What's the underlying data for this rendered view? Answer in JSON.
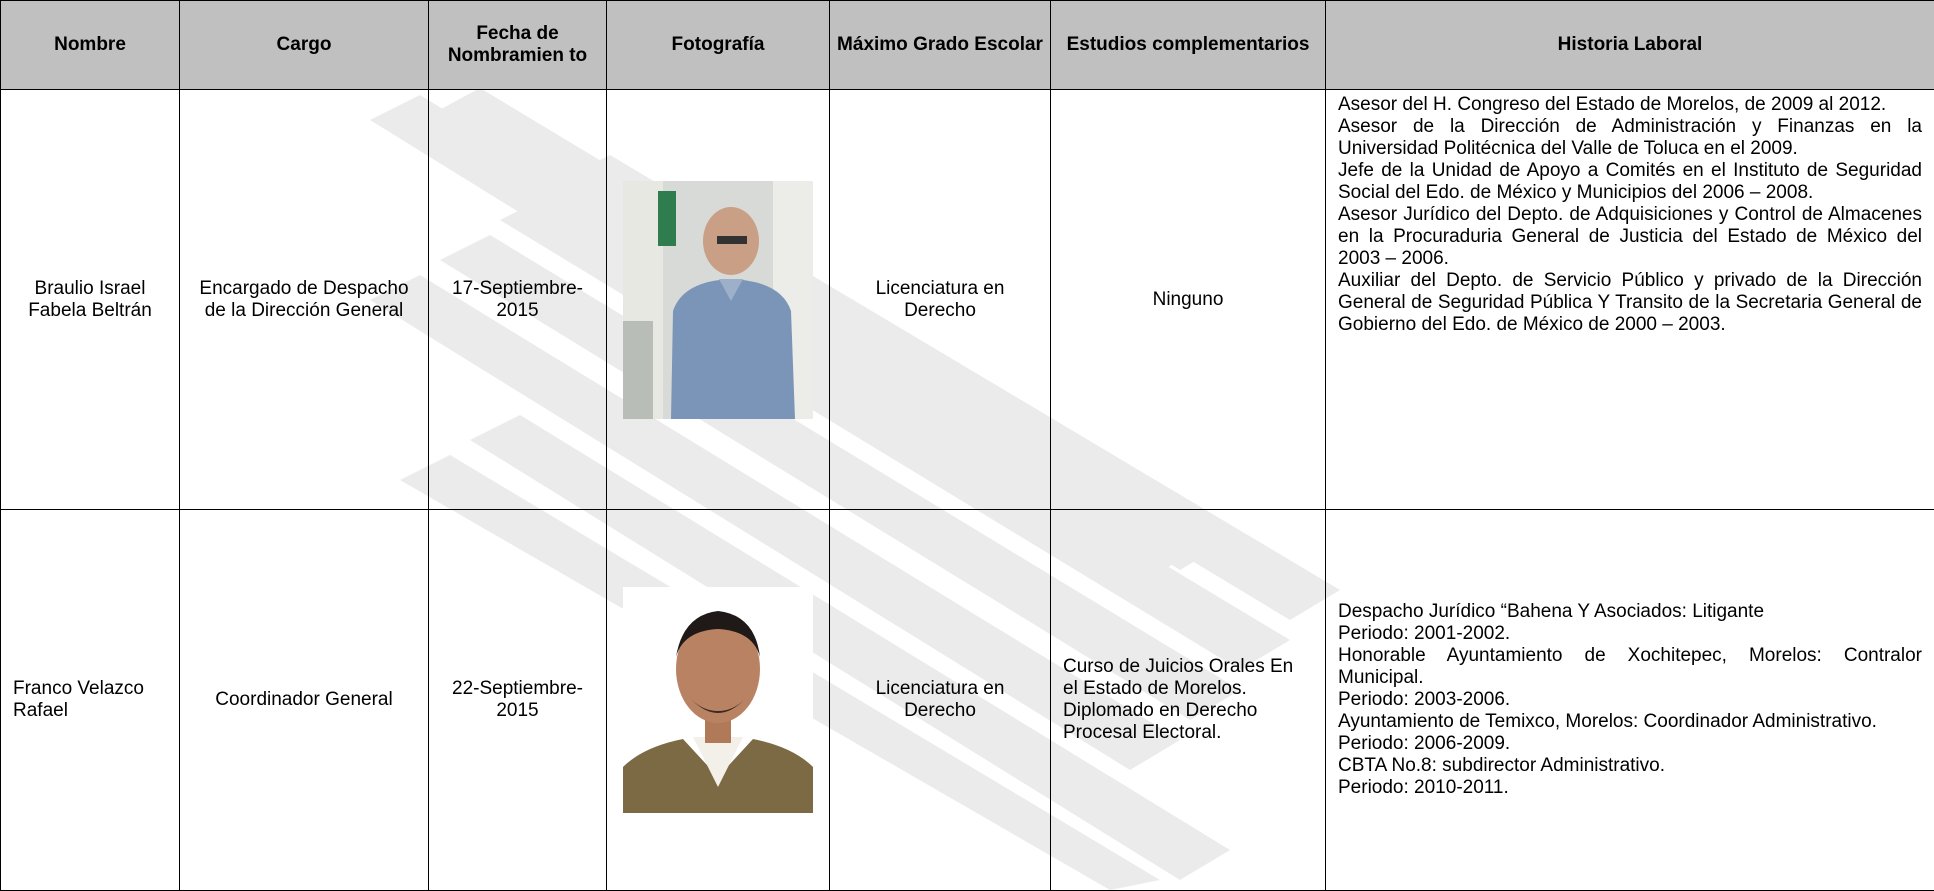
{
  "headers": {
    "nombre": "Nombre",
    "cargo": "Cargo",
    "fecha": "Fecha de Nombramien to",
    "fotografia": "Fotografía",
    "grado": "Máximo Grado Escolar",
    "estudios": "Estudios complementarios",
    "historia": "Historia Laboral"
  },
  "rows": [
    {
      "nombre": "Braulio Israel Fabela Beltrán",
      "cargo": "Encargado de Despacho de la Dirección General",
      "fecha": "17-Septiembre-2015",
      "grado": "Licenciatura en Derecho",
      "estudios": "Ninguno",
      "historia": [
        "Asesor del H. Congreso del Estado de Morelos, de 2009 al 2012.",
        "Asesor de la Dirección de Administración y Finanzas en la Universidad Politécnica del Valle de Toluca en el 2009.",
        "Jefe de la Unidad de Apoyo a Comités en el Instituto de Seguridad Social del Edo. de México y Municipios del 2006 – 2008.",
        "Asesor Jurídico del Depto. de Adquisiciones y Control de Almacenes en la Procuraduria General de Justicia del Estado de México del 2003 – 2006.",
        "Auxiliar del Depto. de Servicio Público y privado de la Dirección General de Seguridad Pública Y Transito de la Secretaria General de Gobierno del Edo. de México de 2000 – 2003."
      ]
    },
    {
      "nombre": "Franco Velazco Rafael",
      "cargo": "Coordinador General",
      "fecha": "22-Septiembre-2015",
      "grado": "Licenciatura en Derecho",
      "estudios": [
        "Curso de Juicios Orales En el Estado de Morelos.",
        "Diplomado en Derecho Procesal Electoral."
      ],
      "historia": [
        "Despacho Jurídico “Bahena Y Asociados: Litigante",
        "Periodo: 2001-2002.",
        "Honorable Ayuntamiento de Xochitepec, Morelos: Contralor Municipal.",
        "Periodo: 2003-2006.",
        "Ayuntamiento de Temixco, Morelos: Coordinador Administrativo.",
        "Periodo: 2006-2009.",
        "CBTA No.8: subdirector Administrativo.",
        "Periodo: 2010-2011."
      ]
    }
  ],
  "colors": {
    "header_bg": "#c0c0c0",
    "border": "#000000",
    "watermark": "#e9e9e9"
  }
}
